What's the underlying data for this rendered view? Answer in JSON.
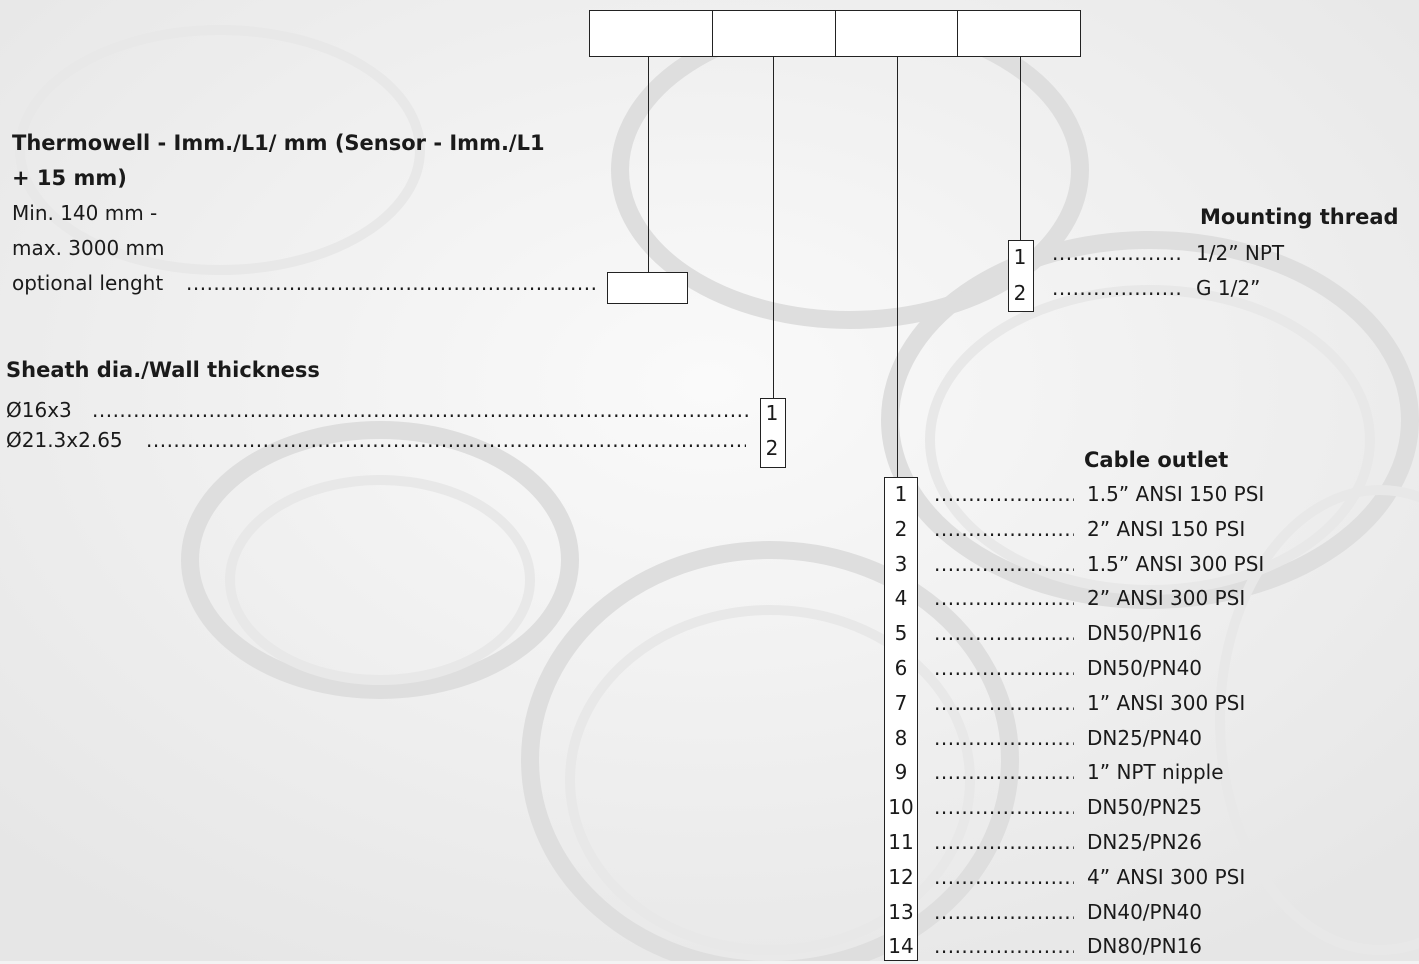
{
  "thermowell": {
    "heading_line1": "Thermowell - Imm./L1/ mm (Sensor - Imm./L1",
    "heading_line2": "+ 15 mm)",
    "line1": "Min. 140 mm -",
    "line2": "max. 3000 mm",
    "line3": "optional lenght"
  },
  "sheath": {
    "heading": "Sheath dia./Wall thickness",
    "options": [
      {
        "num": "1",
        "label": "Ø16x3"
      },
      {
        "num": "2",
        "label": "Ø21.3x2.65"
      }
    ]
  },
  "mounting": {
    "heading": "Mounting thread",
    "options": [
      {
        "num": "1",
        "label": "1/2” NPT"
      },
      {
        "num": "2",
        "label": "G 1/2”"
      }
    ]
  },
  "cable": {
    "heading": "Cable outlet",
    "options": [
      {
        "num": "1",
        "label": "1.5” ANSI 150 PSI"
      },
      {
        "num": "2",
        "label": "2” ANSI 150 PSI"
      },
      {
        "num": "3",
        "label": "1.5” ANSI 300 PSI"
      },
      {
        "num": "4",
        "label": "2” ANSI 300 PSI"
      },
      {
        "num": "5",
        "label": "DN50/PN16"
      },
      {
        "num": "6",
        "label": "DN50/PN40"
      },
      {
        "num": "7",
        "label": "1” ANSI 300 PSI"
      },
      {
        "num": "8",
        "label": "DN25/PN40"
      },
      {
        "num": "9",
        "label": "1” NPT nipple"
      },
      {
        "num": "10",
        "label": "DN50/PN25"
      },
      {
        "num": "11",
        "label": "DN25/PN26"
      },
      {
        "num": "12",
        "label": "4” ANSI 300 PSI"
      },
      {
        "num": "13",
        "label": "DN40/PN40"
      },
      {
        "num": "14",
        "label": "DN80/PN16"
      }
    ]
  }
}
